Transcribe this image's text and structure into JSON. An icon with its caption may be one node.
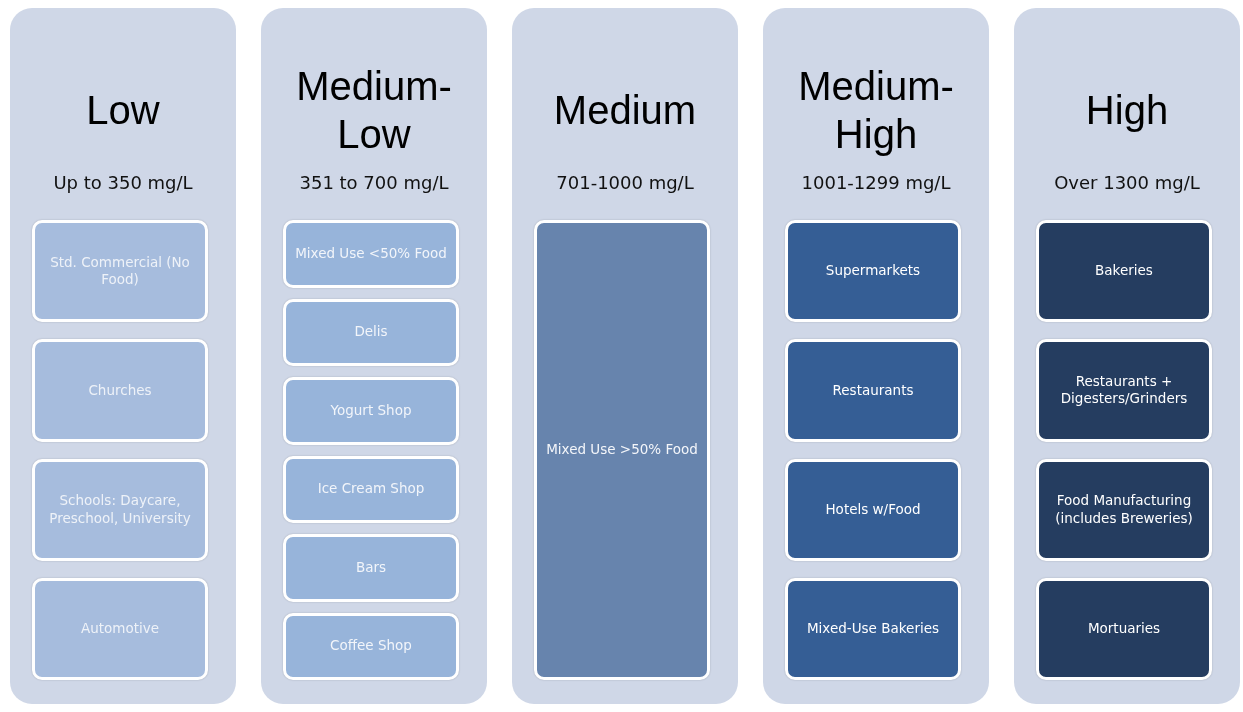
{
  "diagram": {
    "nodes": [
      {
        "text": [
          "Low",
          "Up to 350 mg/L"
        ]
      },
      {
        "text": [
          "Std. Commercial (No Food)"
        ],
        "in": 0
      },
      {
        "text": [
          "Churches"
        ],
        "in": 0
      },
      {
        "text": [
          "Schools: Daycare, Preschool, University"
        ],
        "in": 0
      },
      {
        "text": [
          "Automotive"
        ],
        "in": 0
      },
      {
        "text": [
          "Medium-Low",
          "351 to 700 mg/L"
        ]
      },
      {
        "text": [
          "Mixed Use <50% Food"
        ],
        "in": 5
      },
      {
        "text": [
          "Delis"
        ],
        "in": 5
      },
      {
        "text": [
          "Yogurt Shop"
        ],
        "in": 5
      },
      {
        "text": [
          "Ice Cream Shop"
        ],
        "in": 5
      },
      {
        "text": [
          "Bars"
        ],
        "in": 5
      },
      {
        "text": [
          "Coffee Shop"
        ],
        "in": 5
      },
      {
        "text": [
          "Medium",
          "701-1000 mg/L"
        ]
      },
      {
        "text": [
          "Mixed Use >50% Food"
        ],
        "in": 12
      },
      {
        "text": [
          "Medium-High",
          "1001-1299 mg/L"
        ]
      },
      {
        "text": [
          "Supermarkets"
        ],
        "in": 14
      },
      {
        "text": [
          "Restaurants"
        ],
        "in": 14
      },
      {
        "text": [
          "Hotels w/Food"
        ],
        "in": 14
      },
      {
        "text": [
          "Mixed-Use Bakeries"
        ],
        "in": 14
      },
      {
        "text": [
          "High",
          "Over 1300 mg/L"
        ]
      },
      {
        "text": [
          "Bakeries"
        ],
        "in": 19
      },
      {
        "text": [
          "Restaurants + Digesters/Grinders"
        ],
        "in": 19
      },
      {
        "text": [
          "Food Manufacturing (includes Breweries)"
        ],
        "in": 19
      },
      {
        "text": [
          "Mortuaries"
        ],
        "in": 19
      }
    ]
  }
}
